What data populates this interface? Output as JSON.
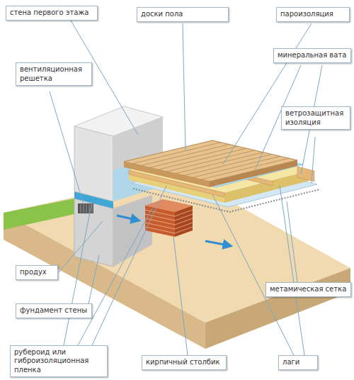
{
  "diagram": {
    "nodes": [
      {
        "text": [
          "стена первого этажа"
        ]
      },
      {
        "text": [
          "доски пола"
        ]
      },
      {
        "text": [
          "пароизоляция"
        ]
      },
      {
        "text": [
          "вентиляционная решетка"
        ]
      },
      {
        "text": [
          "минеральная вата"
        ]
      },
      {
        "text": [
          "ветрозащитная изоляция"
        ]
      },
      {
        "text": [
          "продух"
        ]
      },
      {
        "text": [
          "метамическая сетка"
        ]
      },
      {
        "text": [
          "фундамент стены"
        ]
      },
      {
        "text": [
          "рубероид или гиброизоляционная пленка"
        ]
      },
      {
        "text": [
          "кирпичный столбик"
        ]
      },
      {
        "text": [
          "лаги"
        ]
      }
    ]
  }
}
